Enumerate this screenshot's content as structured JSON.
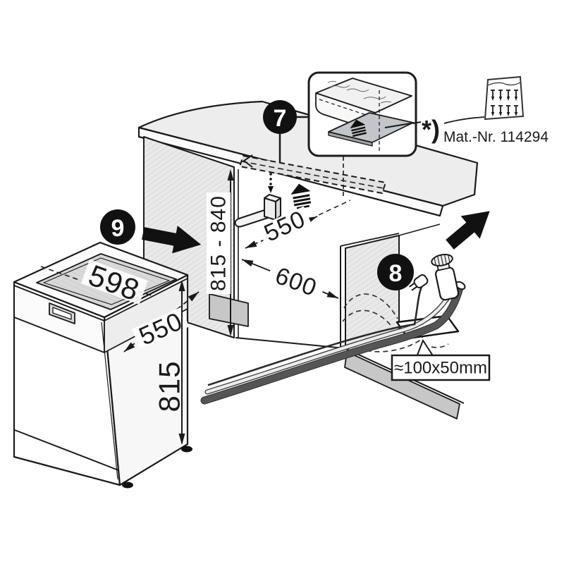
{
  "figure": {
    "kind": "appliance installation diagram",
    "subject": "Built-under dishwasher installation into kitchen niche"
  },
  "callouts": {
    "c7": "7",
    "c8": "8",
    "c9": "9"
  },
  "appliance": {
    "top_width": "598",
    "depth": "550",
    "height": "815"
  },
  "niche": {
    "height_range": "815 - 840",
    "depth": "550",
    "width": "600"
  },
  "hose_cutout": {
    "size": "≈100x50mm"
  },
  "accessory": {
    "marker": "*)",
    "material_number": "Mat.-Nr. 114294"
  },
  "icons": [
    "steam-protection-icon",
    "hammer-icon",
    "screw-bag-icon",
    "insertion-arrow-icon",
    "push-in-arrow-icon",
    "power-plug-icon",
    "aquastop-valve-icon",
    "drain-hose-icon"
  ],
  "colors": {
    "line": "#1a1a1a",
    "panel_fill": "#e9e9e9",
    "worktop_fill": "#ededed",
    "plinth_fill": "#c7c7c7",
    "plate_fill": "#c2c6ca",
    "callout_bg": "#111111",
    "callout_fg": "#ffffff"
  }
}
